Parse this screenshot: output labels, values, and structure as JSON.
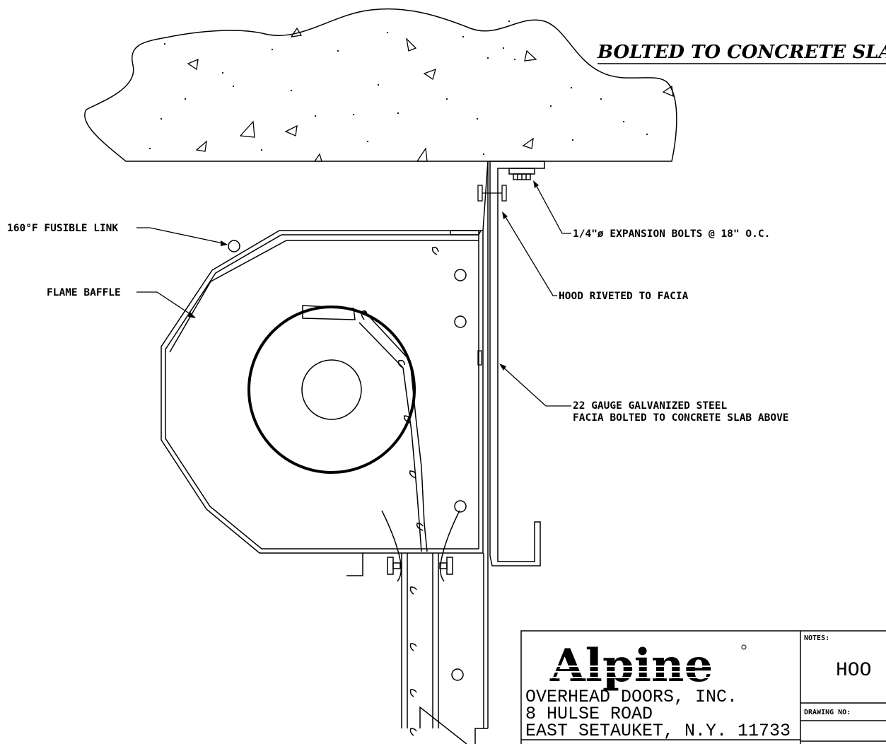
{
  "title": "BOLTED TO CONCRETE SLAB",
  "callouts": {
    "fusible_link": "160°F FUSIBLE LINK",
    "flame_baffle": "FLAME BAFFLE",
    "expansion_bolts": "1/4\"ø EXPANSION BOLTS @ 18\" O.C.",
    "hood_riveted": "HOOD RIVETED TO FACIA",
    "facia_line1": "22 GAUGE GALVANIZED STEEL",
    "facia_line2": "FACIA BOLTED TO CONCRETE SLAB ABOVE"
  },
  "title_block": {
    "logo": "Alpine",
    "company": "OVERHEAD DOORS, INC.",
    "address1": "8 HULSE ROAD",
    "address2": "EAST SETAUKET, N.Y. 11733",
    "notes_label": "NOTES:",
    "notes_value": "HOO",
    "drawing_no_label": "DRAWING NO:"
  }
}
